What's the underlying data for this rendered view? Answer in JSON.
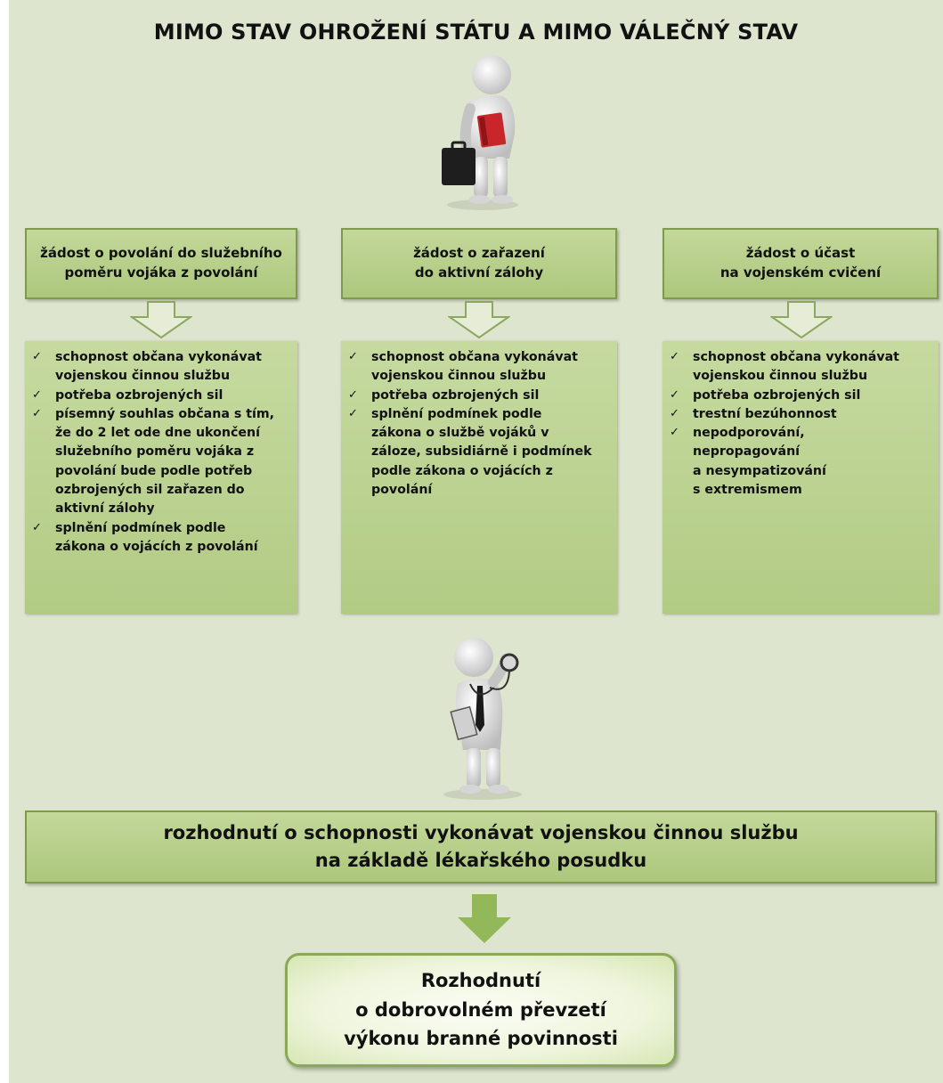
{
  "title": "MIMO STAV OHROŽENÍ STÁTU A MIMO VÁLEČNÝ STAV",
  "columns": [
    {
      "header": "žádost o povolání do služebního\npoměru vojáka z povolání",
      "items": [
        "schopnost občana vykonávat\nvojenskou činnou službu",
        "potřeba ozbrojených sil",
        "písemný souhlas občana s tím,\nže do 2 let ode dne ukončení\nslužebního poměru vojáka z\npovolání bude podle potřeb\nozbrojených sil zařazen do\naktivní zálohy",
        "splnění podmínek podle\nzákona o vojácích z povolání"
      ]
    },
    {
      "header": "žádost o zařazení\ndo aktivní zálohy",
      "items": [
        "schopnost občana vykonávat\nvojenskou činnou službu",
        "potřeba ozbrojených sil",
        "splnění podmínek podle\nzákona o službě vojáků v\nzáloze, subsidiárně i podmínek\npodle zákona o vojácích z\npovolání"
      ]
    },
    {
      "header": "žádost o účast\nna vojenském cvičení",
      "items": [
        "schopnost občana vykonávat\nvojenskou činnou službu",
        "potřeba ozbrojených sil",
        "trestní bezúhonnost",
        "nepodporování,\nnepropagování\na nesympatizování\ns extremismem"
      ]
    }
  ],
  "decision": "rozhodnutí o schopnosti vykonávat vojenskou činnou službu\nna základě lékařského posudku",
  "final": "Rozhodnutí\no dobrovolném převzetí\nvýkonu branné povinnosti",
  "colors": {
    "background": "#dde5ce",
    "box_fill": "#b8cf8c",
    "box_border": "#7e9a4c",
    "arrow_fill": "#93b85a"
  },
  "icons": {
    "businessman": "businessman-with-briefcase-figure",
    "doctor": "doctor-with-stethoscope-figure"
  }
}
